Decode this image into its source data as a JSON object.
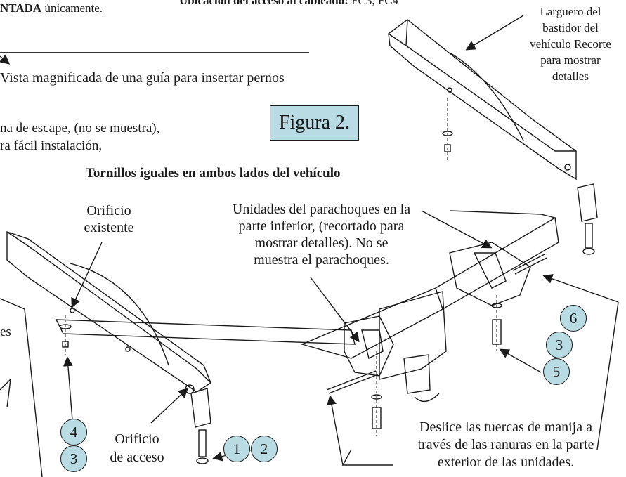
{
  "header": {
    "top_left_bold": "NTADA",
    "top_left_rest": " únicamente.",
    "access_label": "Ubicación del acceso al cableado:",
    "access_value": " FC3, FC4"
  },
  "notes": {
    "magnified_view": "Vista magnificada de una guía para insertar pernos",
    "exhaust_line1": "na de escape, (no se muestra),",
    "exhaust_line2": "ra fácil instalación,",
    "side_cut": "es"
  },
  "figure_label": "Figura 2.",
  "section_title": "Tornillos iguales en ambos lados del vehículo",
  "labels": {
    "frame_rail": [
      "Larguero del",
      "bastidor del",
      "vehículo Recorte",
      "para mostrar",
      "detalles"
    ],
    "existing_hole": [
      "Orificio",
      "existente"
    ],
    "bumper_units": [
      "Unidades del parachoques en la",
      "parte inferior, (recortado para",
      "mostrar detalles). No se",
      "muestra el parachoques."
    ],
    "access_hole": [
      "Orificio",
      "de acceso"
    ],
    "slide_nuts": [
      "Deslice las tuercas de manija a",
      "través de las ranuras en la parte",
      "exterior de las unidades."
    ]
  },
  "callouts": [
    "1",
    "2",
    "3",
    "4",
    "5",
    "6",
    "3"
  ],
  "colors": {
    "callout_fill": "#b9dbe4",
    "ink": "#1a1a1a"
  }
}
